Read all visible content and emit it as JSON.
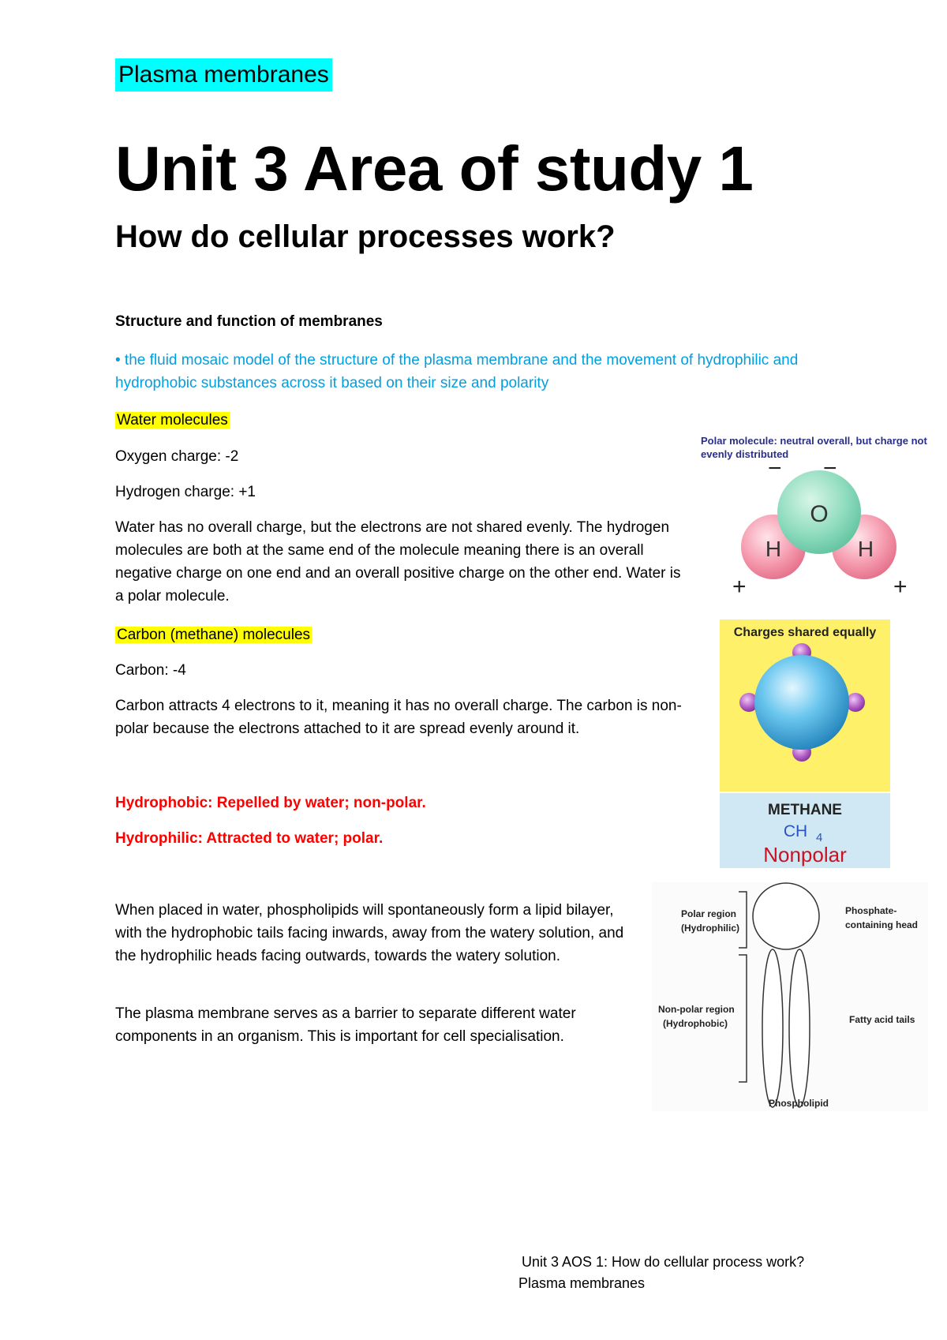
{
  "topic_tag": "Plasma membranes",
  "title": "Unit 3 Area of study 1",
  "subtitle": "How do cellular processes work?",
  "section_heading": "Structure and function of membranes",
  "dot_point": "• the fluid mosaic model of the structure of the plasma membrane and the movement of hydrophilic and hydrophobic substances across it based on their size and polarity",
  "water": {
    "heading": "Water molecules",
    "oxygen_charge": "Oxygen charge: -2",
    "hydrogen_charge": "Hydrogen charge: +1",
    "explanation": "Water has no overall charge, but the electrons are not shared evenly. The hydrogen molecules are both at the same end of the molecule meaning there is an overall negative charge on one end and an overall positive charge on the other end. Water is a polar molecule."
  },
  "carbon": {
    "heading": "Carbon (methane) molecules",
    "charge": "Carbon: -4",
    "explanation": "Carbon attracts 4 electrons to it, meaning it has no overall charge. The carbon is non-polar because the electrons attached to it are spread evenly around it."
  },
  "definitions": {
    "hydrophobic": "Hydrophobic: Repelled by water; non-polar.",
    "hydrophilic": "Hydrophilic: Attracted to water; polar."
  },
  "bilayer_paragraph": "When placed in water, phospholipids will spontaneously form a lipid bilayer, with the hydrophobic tails facing inwards, away from the watery solution, and the hydrophilic heads facing outwards, towards the watery solution.",
  "barrier_paragraph": "The plasma membrane serves as a barrier to separate different water components in an organism. This is important for cell specialisation.",
  "water_figure": {
    "caption_line1": "Polar molecule: neutral overall, but charge not",
    "caption_line2": "evenly distributed",
    "atom_o": "O",
    "atom_h_left": "H",
    "atom_h_right": "H",
    "minus_1": "−",
    "minus_2": "−",
    "plus_left": "+",
    "plus_right": "+"
  },
  "methane_figure": {
    "caption": "Charges shared equally",
    "name": "METHANE",
    "formula_main": "CH",
    "formula_sub": "4",
    "type": "Nonpolar"
  },
  "phospholipid_figure": {
    "polar_region_line1": "Polar region",
    "polar_region_line2": "(Hydrophilic)",
    "head_line1": "Phosphate-",
    "head_line2": "containing head",
    "nonpolar_line1": "Non-polar region",
    "nonpolar_line2": "(Hydrophobic)",
    "tails": "Fatty acid tails",
    "label": "Phospholipid"
  },
  "footer": {
    "line1": "Unit 3 AOS 1: How do cellular process work?",
    "line2": "Plasma membranes"
  },
  "colors": {
    "tag_bg": "#00ffff",
    "highlight": "#ffff00",
    "dot_point": "#00a0e0",
    "definition": "#ff0000",
    "methane_bg": "#fff06a",
    "methane_panel": "#cfe8f3"
  }
}
